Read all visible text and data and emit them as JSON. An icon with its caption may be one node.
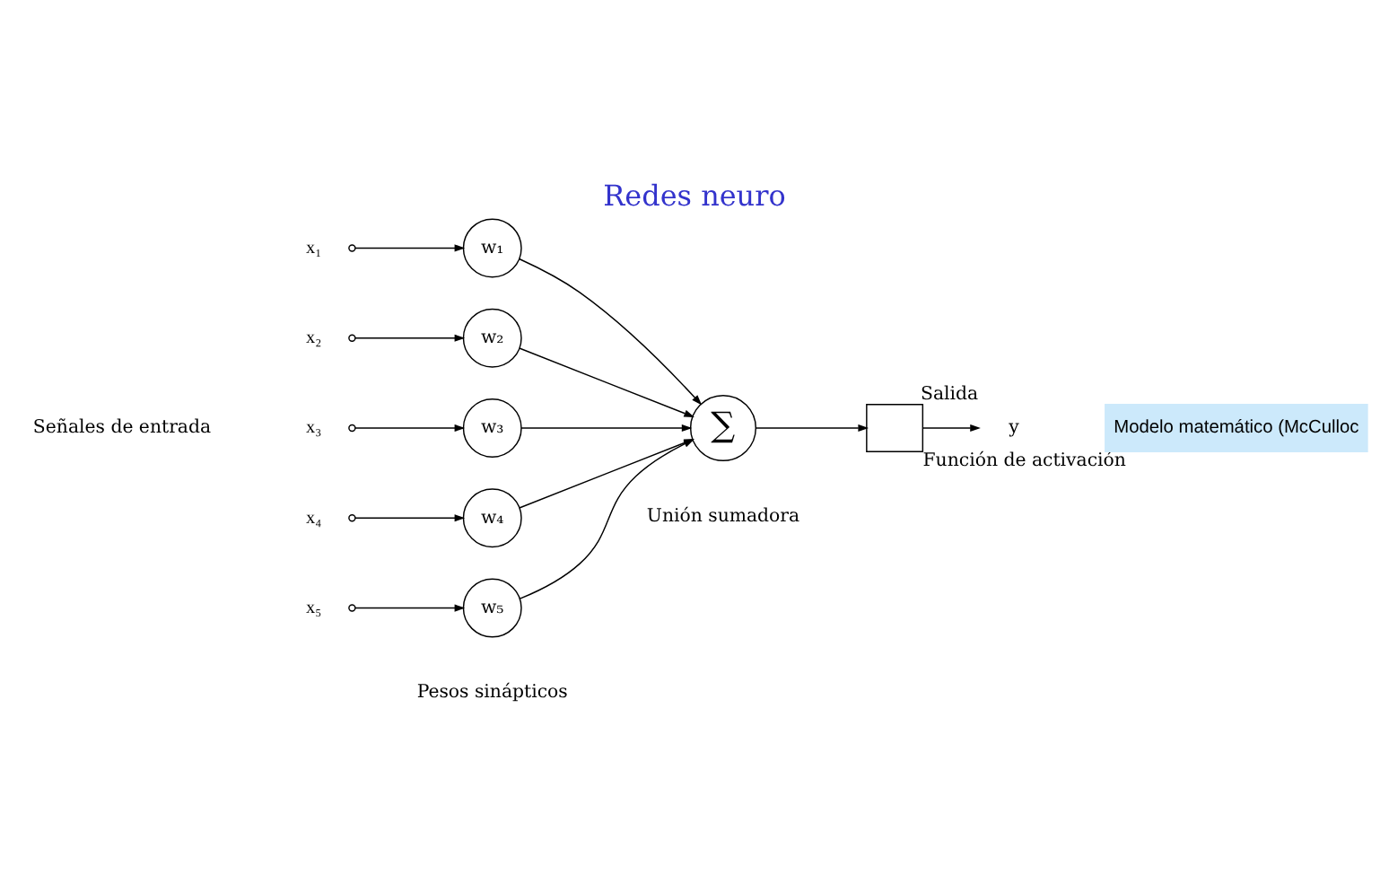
{
  "diagram": {
    "title": "Redes neuro",
    "nodes": [
      {
        "text": [
          "x₁"
        ]
      },
      {
        "text": [
          "x₂"
        ]
      },
      {
        "text": [
          "x₃"
        ]
      },
      {
        "text": [
          "x₄"
        ]
      },
      {
        "text": [
          "x₅"
        ]
      },
      {
        "text": [
          "w₁"
        ]
      },
      {
        "text": [
          "w₂"
        ]
      },
      {
        "text": [
          "w₃"
        ]
      },
      {
        "text": [
          "w₄"
        ]
      },
      {
        "text": [
          "w₅"
        ]
      },
      {
        "text": [
          "∑"
        ],
        "beside": [
          "Unión sumadora"
        ]
      },
      {
        "text": [],
        "shape": "box",
        "beside": [
          "Función de activación"
        ]
      },
      {
        "text": [
          "y"
        ],
        "beside": [
          "Salida"
        ]
      },
      {
        "text": [
          "Modelo matemático (McCulloc"
        ]
      }
    ],
    "edges": [
      {
        "from": 0,
        "to": 5,
        "arrow": "to"
      },
      {
        "from": 1,
        "to": 6,
        "arrow": "to"
      },
      {
        "from": 2,
        "to": 7,
        "arrow": "to"
      },
      {
        "from": 3,
        "to": 8,
        "arrow": "to"
      },
      {
        "from": 4,
        "to": 9,
        "arrow": "to"
      },
      {
        "from": 5,
        "to": 10,
        "arrow": "to"
      },
      {
        "from": 6,
        "to": 10,
        "arrow": "to"
      },
      {
        "from": 7,
        "to": 10,
        "arrow": "to"
      },
      {
        "from": 8,
        "to": 10,
        "arrow": "to"
      },
      {
        "from": 9,
        "to": 10,
        "arrow": "to"
      },
      {
        "from": 10,
        "to": 11,
        "arrow": "to"
      },
      {
        "from": 11,
        "to": 12,
        "arrow": "to"
      }
    ],
    "labels": [
      "Señales de entrada",
      "Pesos sinápticos"
    ]
  }
}
